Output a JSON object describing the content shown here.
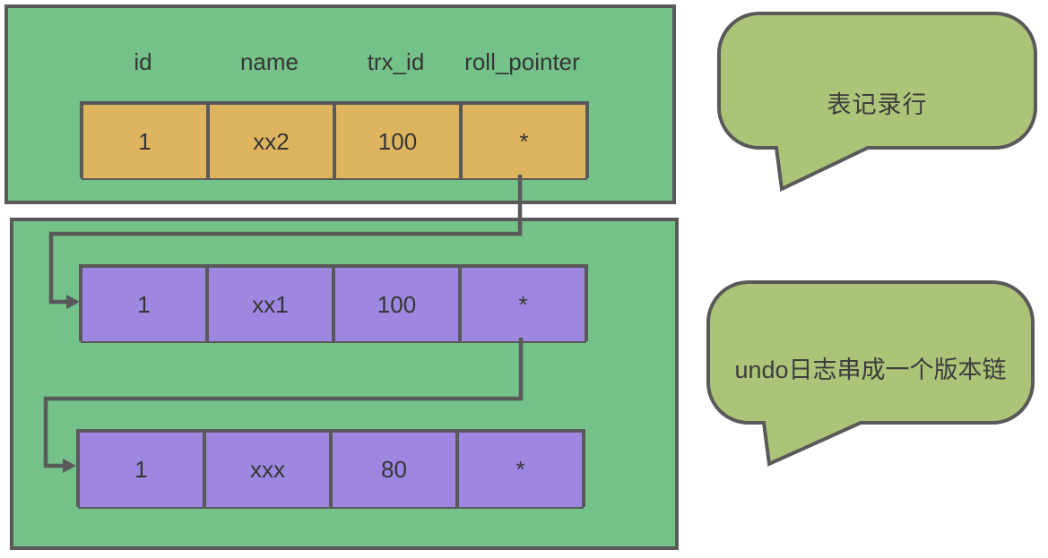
{
  "colors": {
    "panel_green": "#74c189",
    "cell_orange": "#deb45f",
    "cell_purple": "#9d87e0",
    "bubble_green": "#abc478",
    "line_gray": "#595959",
    "text_dark": "#363636"
  },
  "record_table": {
    "headers": [
      "id",
      "name",
      "trx_id",
      "roll_pointer"
    ],
    "row": [
      "1",
      "xx2",
      "100",
      "*"
    ]
  },
  "undo_rows": [
    {
      "cells": [
        "1",
        "xx1",
        "100",
        "*"
      ]
    },
    {
      "cells": [
        "1",
        "xxx",
        "80",
        "*"
      ]
    }
  ],
  "callouts": [
    {
      "text": "表记录行"
    },
    {
      "text": "undo日志串成一个版本链"
    }
  ]
}
